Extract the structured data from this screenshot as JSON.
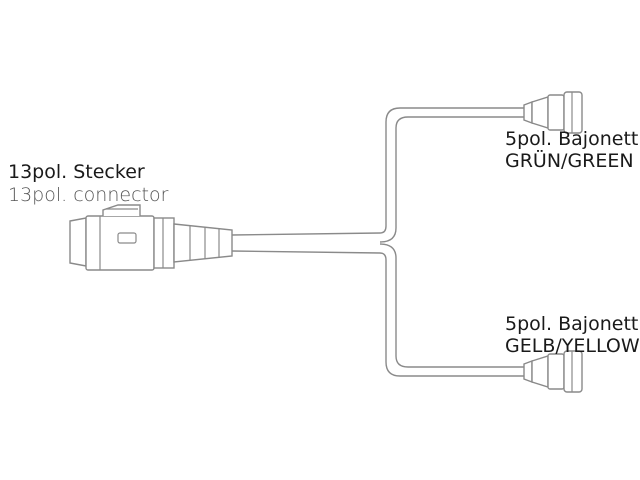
{
  "connector_13": {
    "title_de": "13pol. Stecker",
    "title_en": "13pol. connector"
  },
  "bayonet_green": {
    "title": "5pol. Bajonett",
    "color_de": "GRÜN",
    "separator": "/",
    "color_en": "GREEN"
  },
  "bayonet_yellow": {
    "title": "5pol. Bajonett",
    "color_de": "GELB",
    "separator": "/",
    "color_en": "YELLOW"
  },
  "colors": {
    "line": "#8a8a8a",
    "text": "#1a1a1a",
    "text_light": "#888888"
  }
}
